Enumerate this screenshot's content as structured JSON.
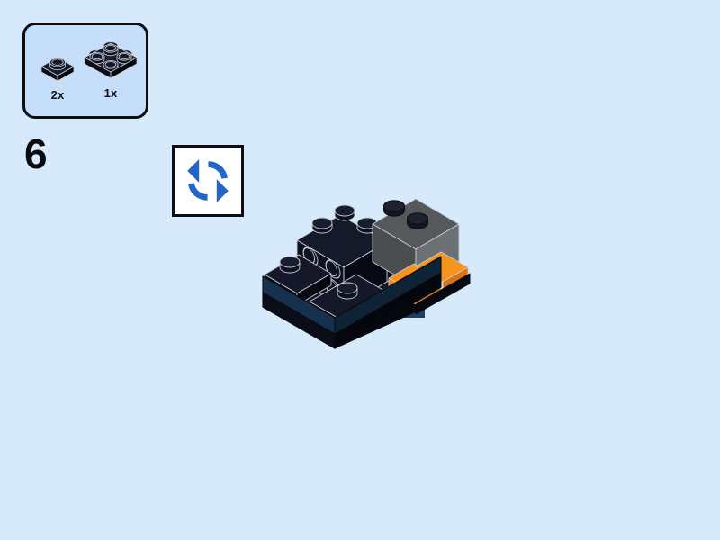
{
  "page": {
    "background_color": "#d6eafb",
    "type": "lego-building-instruction-step"
  },
  "step": {
    "number": "6",
    "label": "6"
  },
  "parts_callout": {
    "border_color": "#0d0d12",
    "fill_color": "#c5defa",
    "items": [
      {
        "count_label": "2x",
        "part_name": "plate-1x1",
        "color_name": "black",
        "color_hex": "#0a0d18",
        "studs": 1
      },
      {
        "count_label": "1x",
        "part_name": "plate-2x2",
        "color_name": "black",
        "color_hex": "#0a0d18",
        "studs": 4
      }
    ]
  },
  "rotate_hint": {
    "icon_name": "rotate-model-icon",
    "arrow_color": "#2266c8",
    "background_color": "#ffffff",
    "border_color": "#0d0d12"
  },
  "model": {
    "name": "partial-build-assembly",
    "colors": {
      "black_top": "#131622",
      "black_left": "#0b0e18",
      "black_right": "#05070e",
      "navy_top": "#1d3f66",
      "navy_left": "#12293f",
      "navy_right": "#0b1a2a",
      "gray_top": "#555a5c",
      "gray_left": "#4a4e50",
      "gray_right": "#6b7072",
      "orange_top": "#f7941e",
      "orange_left": "#f58220",
      "orange_right": "#d97415",
      "outline": "#c9ccd4",
      "dark_outline": "#0a0a0f"
    },
    "bricks": [
      {
        "name": "baseplate-navy",
        "color_name": "dark-blue"
      },
      {
        "name": "plate-black-base",
        "color_name": "black"
      },
      {
        "name": "brick-snot-black",
        "color_name": "black",
        "side_studs": 4
      },
      {
        "name": "brick-black-center",
        "color_name": "black"
      },
      {
        "name": "brick-gray-2x2",
        "color_name": "dark-gray"
      },
      {
        "name": "plate-orange-1",
        "color_name": "orange"
      },
      {
        "name": "plate-orange-2",
        "color_name": "orange"
      }
    ]
  }
}
